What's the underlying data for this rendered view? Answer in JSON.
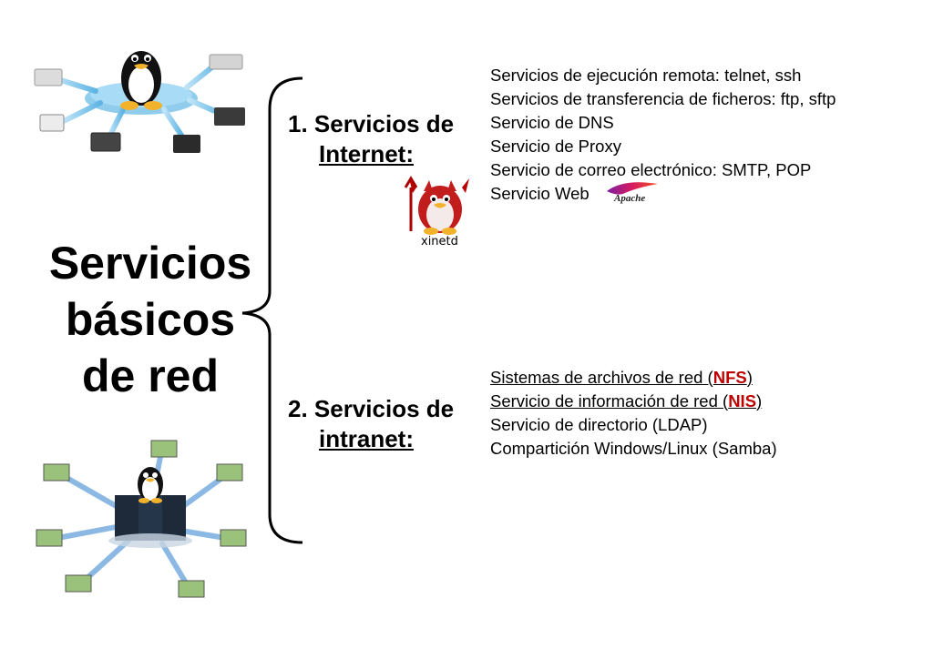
{
  "title": {
    "line1": "Servicios",
    "line2": "básicos",
    "line3": "de red"
  },
  "internet": {
    "number": "1.",
    "heading": "Servicios de",
    "heading_sub": "Internet:",
    "mascot_label": "xinetd",
    "items": [
      "Servicios de ejecución  remota: telnet, ssh",
      "Servicios de transferencia  de ficheros: ftp, sftp",
      "Servicio de  DNS",
      "Servicio de  Proxy",
      "Servicio de  correo electrónico: SMTP, POP",
      "Servicio Web"
    ],
    "apache_logo_text": "Apache"
  },
  "intranet": {
    "number": "2.",
    "heading": "Servicios de",
    "heading_sub": "intranet:",
    "items": [
      {
        "pre": "Sistemas de archivos de red (",
        "highlight": "NFS",
        "post": ")"
      },
      {
        "pre": "Servicio de información de red (",
        "highlight": "NIS",
        "post": ")"
      },
      {
        "text": "Servicio de directorio (LDAP)"
      },
      {
        "text": "Compartición Windows/Linux (Samba)"
      }
    ]
  },
  "colors": {
    "highlight": "#c00000",
    "bracket": "#000000"
  },
  "icons": [
    "tux-network-illustration",
    "devil-tux-icon",
    "apache-feather-icon",
    "tux-server-network-illustration"
  ]
}
